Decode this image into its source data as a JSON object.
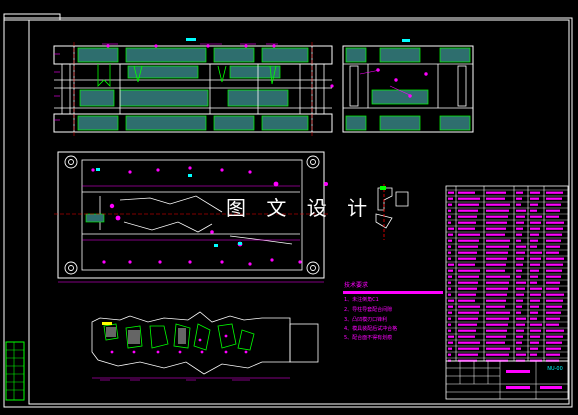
{
  "watermark": {
    "text": "图 文 设 计"
  },
  "notes": {
    "title": "技术要求",
    "lines": [
      "1、未注倒角C1",
      "2、导柱导套配合间隙",
      "3、凸凹模刃口锋利",
      "4、模具装配后试冲合格",
      "5、配合面不得有划痕"
    ]
  },
  "title_block": {
    "drawing_number": "NU-00"
  },
  "colors": {
    "background": "#000000",
    "border": "#ffffff",
    "primary_lines": "#ffffff",
    "hatch": "#00ff00",
    "dimensions": "#ff00ff",
    "highlight": "#00ffff",
    "centerlines": "#ff0000"
  }
}
